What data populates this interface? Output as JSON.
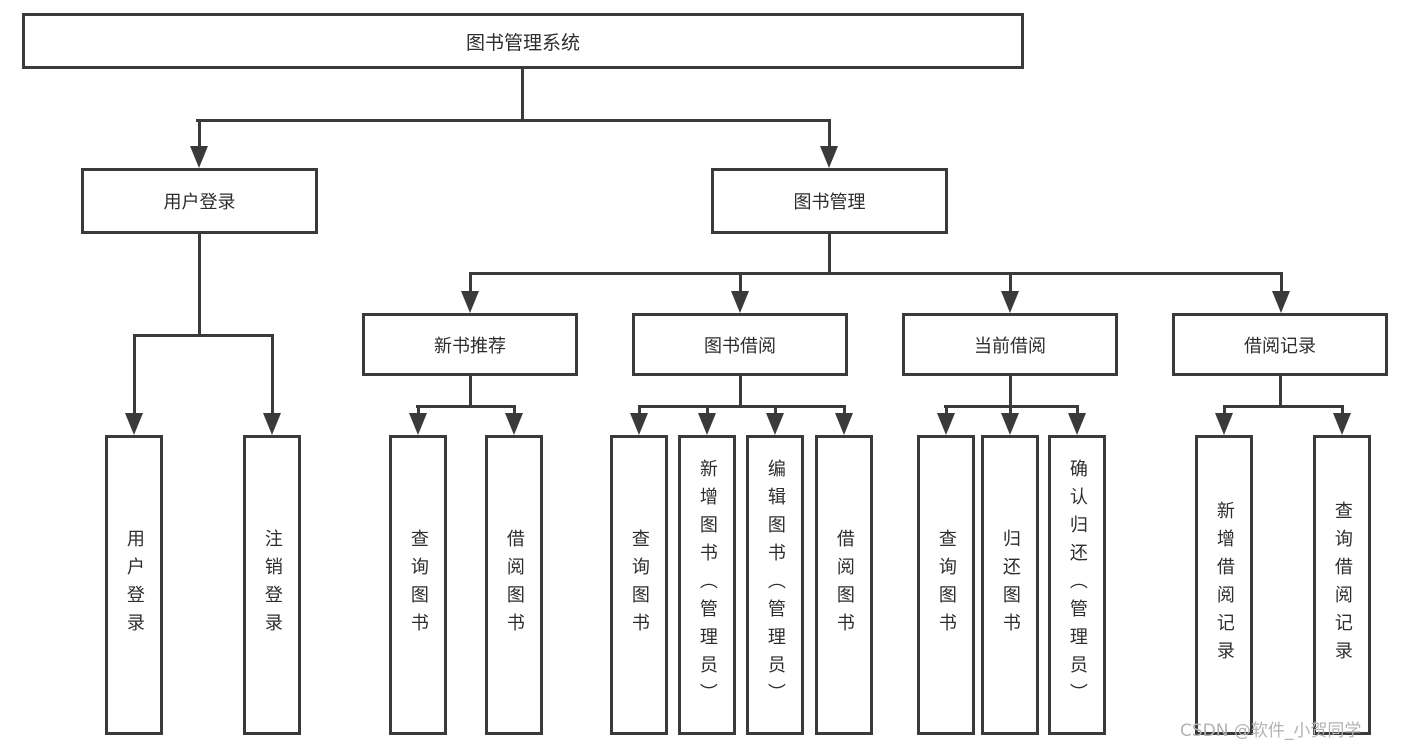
{
  "diagram": {
    "watermark": "CSDN @软件_小贺同学",
    "colors": {
      "line": "#3a3a3a",
      "text": "#2d2d2d",
      "watermark": "#b3b3b3",
      "background": "#ffffff"
    },
    "tree": {
      "root": {
        "label": "图书管理系统",
        "children": [
          {
            "label": "用户登录",
            "children": [
              {
                "label": "用户登录"
              },
              {
                "label": "注销登录"
              }
            ]
          },
          {
            "label": "图书管理",
            "children": [
              {
                "label": "新书推荐",
                "children": [
                  {
                    "label": "查询图书"
                  },
                  {
                    "label": "借阅图书"
                  }
                ]
              },
              {
                "label": "图书借阅",
                "children": [
                  {
                    "label": "查询图书"
                  },
                  {
                    "label": "新增图书（管理员）"
                  },
                  {
                    "label": "编辑图书（管理员）"
                  },
                  {
                    "label": "借阅图书"
                  }
                ]
              },
              {
                "label": "当前借阅",
                "children": [
                  {
                    "label": "查询图书"
                  },
                  {
                    "label": "归还图书"
                  },
                  {
                    "label": "确认归还（管理员）"
                  }
                ]
              },
              {
                "label": "借阅记录",
                "children": [
                  {
                    "label": "新增借阅记录"
                  },
                  {
                    "label": "查询借阅记录"
                  }
                ]
              }
            ]
          }
        ]
      }
    }
  }
}
